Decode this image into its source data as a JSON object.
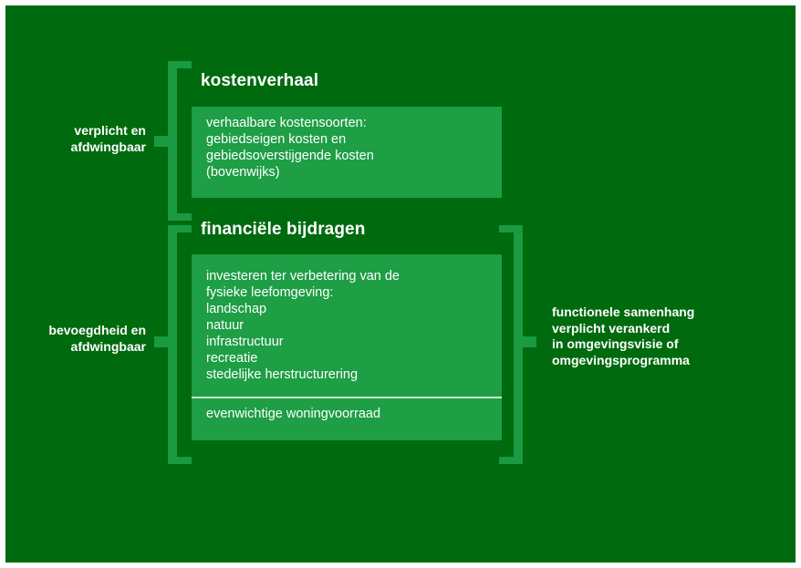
{
  "colors": {
    "background": "#006a0f",
    "bracket": "#1a9a41",
    "box": "#1e9e45",
    "text": "#ffffff",
    "divider": "#c9ecd3"
  },
  "kostenverhaal": {
    "title": "kostenverhaal",
    "lines": [
      "verhaalbare kostensoorten:",
      "gebiedseigen kosten en",
      "gebiedsoverstijgende kosten",
      "(bovenwijks)"
    ]
  },
  "financiele_bijdragen": {
    "title": "financiële bijdragen",
    "lines": [
      "investeren ter verbetering van de",
      "fysieke leefomgeving:",
      "landschap",
      "natuur",
      "infrastructuur",
      "recreatie",
      "stedelijke herstructurering"
    ],
    "extra": "evenwichtige woningvoorraad"
  },
  "left_labels": {
    "top": [
      "verplicht en",
      "afdwingbaar"
    ],
    "bottom": [
      "bevoegdheid en",
      "afdwingbaar"
    ]
  },
  "right_label": [
    "functionele samenhang",
    "verplicht verankerd",
    "in omgevingsvisie of",
    "omgevingsprogramma"
  ]
}
